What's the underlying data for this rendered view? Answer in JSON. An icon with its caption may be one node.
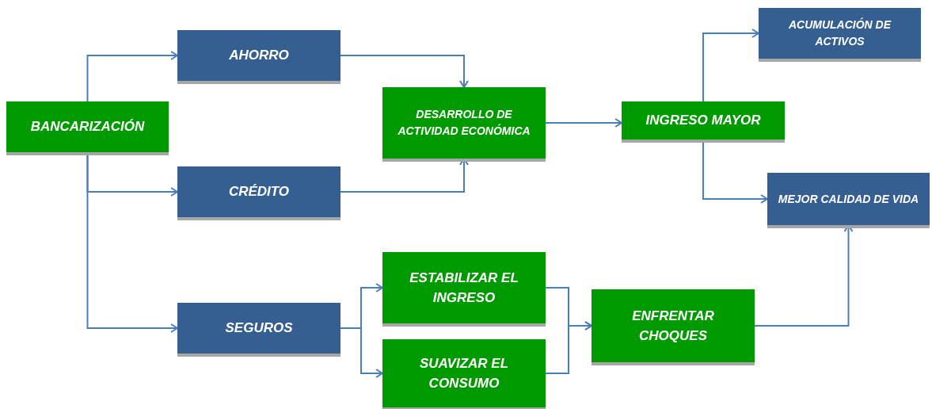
{
  "diagram": {
    "nodes": [
      {
        "text": [
          "BANCARIZACIÓN"
        ]
      },
      {
        "text": [
          "AHORRO"
        ]
      },
      {
        "text": [
          "CRÉDITO"
        ]
      },
      {
        "text": [
          "SEGUROS"
        ]
      },
      {
        "text": [
          "DESARROLLO DE ACTIVIDAD ECONÓMICA"
        ]
      },
      {
        "text": [
          "INGRESO MAYOR"
        ]
      },
      {
        "text": [
          "ACUMULACIÓN DE ACTIVOS"
        ]
      },
      {
        "text": [
          "MEJOR CALIDAD DE VIDA"
        ]
      },
      {
        "text": [
          "ESTABILIZAR EL INGRESO"
        ]
      },
      {
        "text": [
          "SUAVIZAR EL CONSUMO"
        ]
      },
      {
        "text": [
          "ENFRENTAR CHOQUES"
        ]
      }
    ],
    "edges": [
      {
        "from": 0,
        "to": 1,
        "arrow": "to"
      },
      {
        "from": 0,
        "to": 2,
        "arrow": "to"
      },
      {
        "from": 0,
        "to": 3,
        "arrow": "to"
      },
      {
        "from": 1,
        "to": 4,
        "arrow": "to"
      },
      {
        "from": 2,
        "to": 4,
        "arrow": "to"
      },
      {
        "from": 3,
        "to": 8,
        "arrow": "to"
      },
      {
        "from": 3,
        "to": 9,
        "arrow": "to"
      },
      {
        "from": 4,
        "to": 5,
        "arrow": "to"
      },
      {
        "from": 5,
        "to": 6,
        "arrow": "to"
      },
      {
        "from": 5,
        "to": 7,
        "arrow": "to"
      },
      {
        "from": 8,
        "to": 10,
        "arrow": "to"
      },
      {
        "from": 9,
        "to": 10,
        "arrow": "to"
      },
      {
        "from": 10,
        "to": 7,
        "arrow": "to"
      }
    ]
  }
}
